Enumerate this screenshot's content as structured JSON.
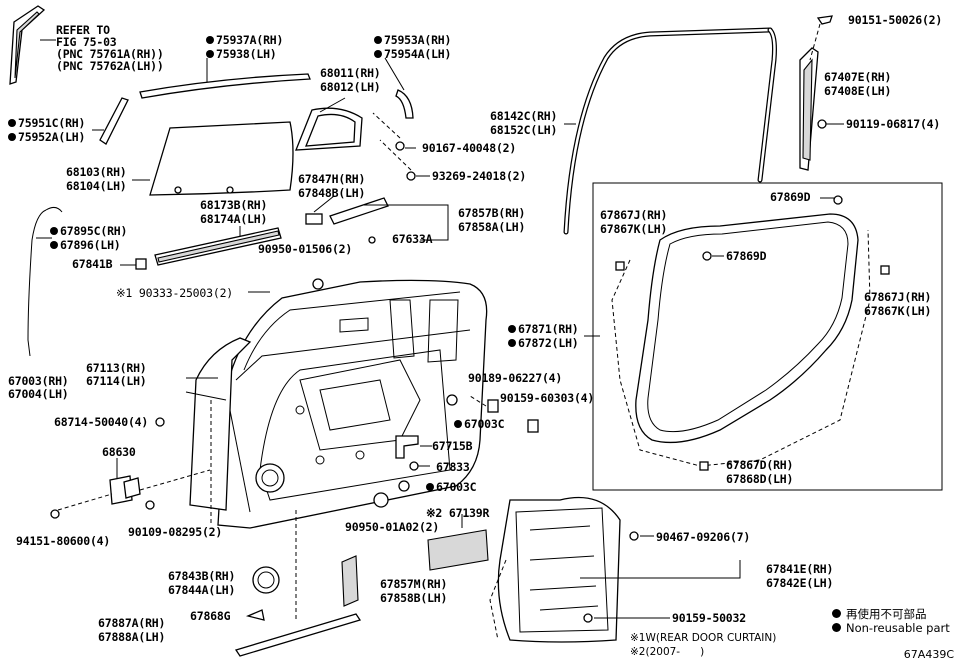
{
  "figure_code": "67A439C",
  "legend": {
    "jp": "再使用不可部品",
    "en": "Non-reusable part"
  },
  "notes": [
    {
      "mark": "※1",
      "text": "W(REAR DOOR CURTAIN)"
    },
    {
      "mark": "※2",
      "text": "(2007-      )"
    }
  ],
  "refer": {
    "line1": "REFER TO",
    "line2": "FIG 75-03",
    "line3": "(PNC 75761A(RH))",
    "line4": "(PNC 75762A(LH))"
  },
  "labels": {
    "p75937": {
      "l1": "75937A(RH)",
      "l2": "75938(LH)"
    },
    "p75953": {
      "l1": "75953A(RH)",
      "l2": "75954A(LH)"
    },
    "p68011": {
      "l1": "68011(RH)",
      "l2": "68012(LH)"
    },
    "p75951": {
      "l1": "75951C(RH)",
      "l2": "75952A(LH)"
    },
    "p90167": "90167-40048(2)",
    "p68103": {
      "l1": "68103(RH)",
      "l2": "68104(LH)"
    },
    "p93269": "93269-24018(2)",
    "p67847": {
      "l1": "67847H(RH)",
      "l2": "67848B(LH)"
    },
    "p68173": {
      "l1": "68173B(RH)",
      "l2": "68174A(LH)"
    },
    "p67857B": {
      "l1": "67857B(RH)",
      "l2": "67858A(LH)"
    },
    "p67895": {
      "l1": "67895C(RH)",
      "l2": "67896(LH)"
    },
    "p67633": "67633A",
    "p90950a": "90950-01506(2)",
    "p67841B": "67841B",
    "p90333": "※1 90333-25003(2)",
    "p67113": {
      "l1": "67113(RH)",
      "l2": "67114(LH)"
    },
    "p67003": {
      "l1": "67003(RH)",
      "l2": "67004(LH)"
    },
    "p68714": "68714-50040(4)",
    "p90189": "90189-06227(4)",
    "p90159a": "90159-60303(4)",
    "p67003C1": "67003C",
    "p67715": "67715B",
    "p68630": "68630",
    "p67833": "67833",
    "p67003C2": "67003C",
    "p90109": "90109-08295(2)",
    "p94151": "94151-80600(4)",
    "p90950b": "90950-01A02(2)",
    "p67139": "※2 67139R",
    "p67843": {
      "l1": "67843B(RH)",
      "l2": "67844A(LH)"
    },
    "p67857M": {
      "l1": "67857M(RH)",
      "l2": "67858B(LH)"
    },
    "p67887": {
      "l1": "67887A(RH)",
      "l2": "67888A(LH)"
    },
    "p67868": "67868G",
    "p90151": "90151-50026(2)",
    "p67407": {
      "l1": "67407E(RH)",
      "l2": "67408E(LH)"
    },
    "p90119": "90119-06817(4)",
    "p68142": {
      "l1": "68142C(RH)",
      "l2": "68152C(LH)"
    },
    "p67869a": "67869D",
    "p67867J": {
      "l1": "67867J(RH)",
      "l2": "67867K(LH)"
    },
    "p67869b": "67869D",
    "p67867J2": {
      "l1": "67867J(RH)",
      "l2": "67867K(LH)"
    },
    "p67871": {
      "l1": "67871(RH)",
      "l2": "67872(LH)"
    },
    "p67867D": {
      "l1": "67867D(RH)",
      "l2": "67868D(LH)"
    },
    "p90467": "90467-09206(7)",
    "p67841E": {
      "l1": "67841E(RH)",
      "l2": "67842E(LH)"
    },
    "p90159b": "90159-50032"
  }
}
